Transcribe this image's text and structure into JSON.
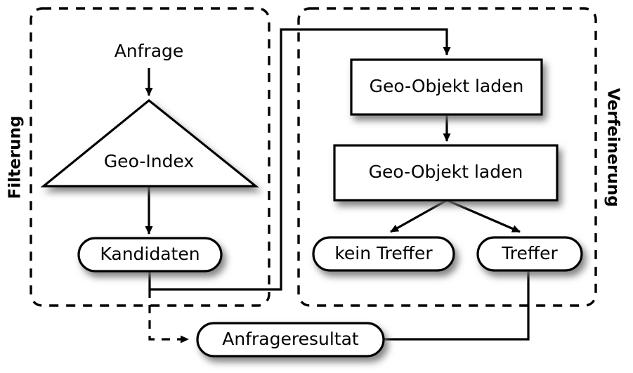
{
  "diagram": {
    "title_groups": [
      {
        "id": "filtering",
        "label": "Filterung",
        "orientation": "vertical-up"
      },
      {
        "id": "refinement",
        "label": "Verfeinerung",
        "orientation": "vertical-down"
      }
    ],
    "nodes": [
      {
        "id": "anfrage",
        "label": "Anfrage",
        "shape": "text"
      },
      {
        "id": "geo-index",
        "label": "Geo-Index",
        "shape": "triangle"
      },
      {
        "id": "kandidaten",
        "label": "Kandidaten",
        "shape": "pill"
      },
      {
        "id": "geo-objekt-laden-1",
        "label": "Geo-Objekt laden",
        "shape": "rect"
      },
      {
        "id": "geo-objekt-laden-2",
        "label": "Geo-Objekt laden",
        "shape": "rect"
      },
      {
        "id": "kein-treffer",
        "label": "kein Treffer",
        "shape": "pill"
      },
      {
        "id": "treffer",
        "label": "Treffer",
        "shape": "pill"
      },
      {
        "id": "anfrageresultat",
        "label": "Anfrageresultat",
        "shape": "pill"
      }
    ],
    "edges": [
      {
        "from": "anfrage",
        "to": "geo-index",
        "style": "solid",
        "arrow": true
      },
      {
        "from": "geo-index",
        "to": "kandidaten",
        "style": "solid",
        "arrow": true
      },
      {
        "from": "kandidaten",
        "to": "geo-objekt-laden-1",
        "style": "solid",
        "arrow": true
      },
      {
        "from": "geo-objekt-laden-1",
        "to": "geo-objekt-laden-2",
        "style": "solid",
        "arrow": true
      },
      {
        "from": "geo-objekt-laden-2",
        "to": "kein-treffer",
        "style": "solid",
        "arrow": true
      },
      {
        "from": "geo-objekt-laden-2",
        "to": "treffer",
        "style": "solid",
        "arrow": true
      },
      {
        "from": "treffer",
        "to": "anfrageresultat",
        "style": "solid",
        "arrow": false
      },
      {
        "from": "kandidaten",
        "to": "anfrageresultat",
        "style": "dashed",
        "arrow": true
      }
    ],
    "colors": {
      "stroke": "#000000",
      "fill": "#ffffff",
      "background": "#ffffff",
      "shadow": "#9a9a9a"
    }
  }
}
